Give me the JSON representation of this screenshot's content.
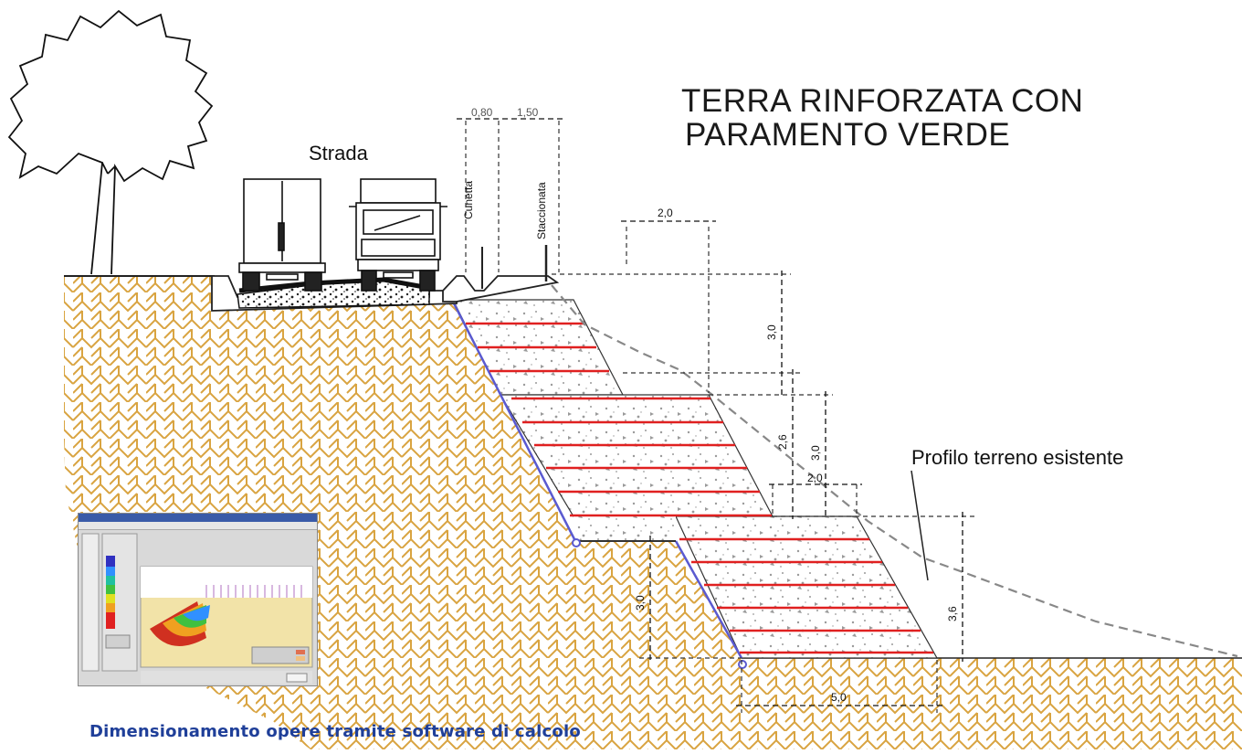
{
  "title_line1": "TERRA RINFORZATA CON",
  "title_line2": "PARAMENTO VERDE",
  "road_label": "Strada",
  "ditch_label": "Cunetta",
  "fence_label": "Staccionata",
  "ground_profile_label": "Profilo terreno esistente",
  "caption": "Dimensionamento opere tramite software di calcolo",
  "dimensions": {
    "ditch_width": "0,80",
    "fence_offset": "1,50",
    "top_bench": "2,0",
    "tier1_height": "3,0",
    "tier2_height_a": "2,6",
    "tier2_height_b": "3,0",
    "mid_bench": "2,0",
    "tier3_height_left": "3,0",
    "tier3_height_right": "3,6",
    "base_width": "5,0"
  },
  "colors": {
    "soil_hatch": "#d9a441",
    "geogrid": "#e02020",
    "fill_dots": "#9a9a9a",
    "facing": "#5a5ad0",
    "caption": "#1f3f99"
  }
}
